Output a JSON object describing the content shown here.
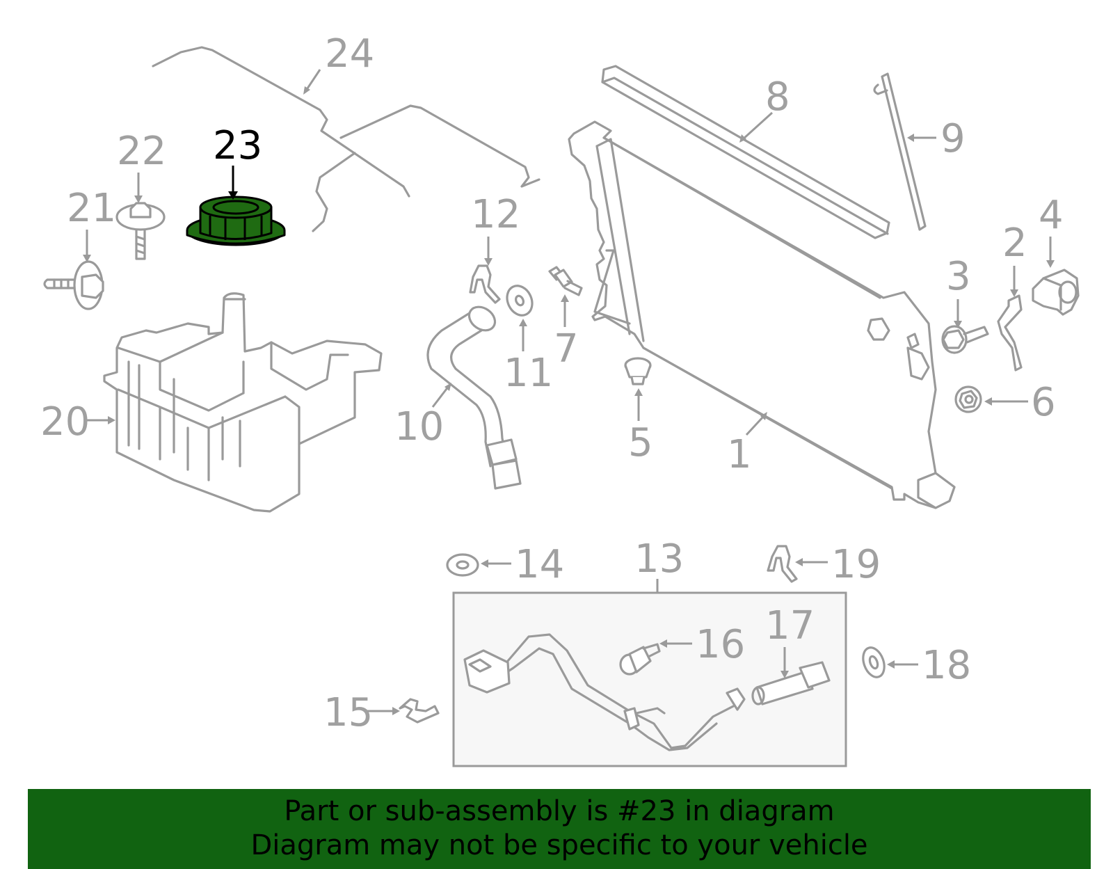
{
  "diagram": {
    "highlight_color": "#1f6b12",
    "callouts": [
      {
        "id": "1",
        "label": "1"
      },
      {
        "id": "2",
        "label": "2"
      },
      {
        "id": "3",
        "label": "3"
      },
      {
        "id": "4",
        "label": "4"
      },
      {
        "id": "5",
        "label": "5"
      },
      {
        "id": "6",
        "label": "6"
      },
      {
        "id": "7",
        "label": "7"
      },
      {
        "id": "8",
        "label": "8"
      },
      {
        "id": "9",
        "label": "9"
      },
      {
        "id": "10",
        "label": "10"
      },
      {
        "id": "11",
        "label": "11"
      },
      {
        "id": "12",
        "label": "12"
      },
      {
        "id": "13",
        "label": "13"
      },
      {
        "id": "14",
        "label": "14"
      },
      {
        "id": "15",
        "label": "15"
      },
      {
        "id": "16",
        "label": "16"
      },
      {
        "id": "17",
        "label": "17"
      },
      {
        "id": "18",
        "label": "18"
      },
      {
        "id": "19",
        "label": "19"
      },
      {
        "id": "20",
        "label": "20"
      },
      {
        "id": "21",
        "label": "21"
      },
      {
        "id": "22",
        "label": "22"
      },
      {
        "id": "23",
        "label": "23",
        "highlighted": true
      },
      {
        "id": "24",
        "label": "24"
      }
    ]
  },
  "banner": {
    "background": "#116311",
    "line1": "Part or sub-assembly is #23 in diagram",
    "line2": "Diagram may not be specific to your vehicle"
  }
}
